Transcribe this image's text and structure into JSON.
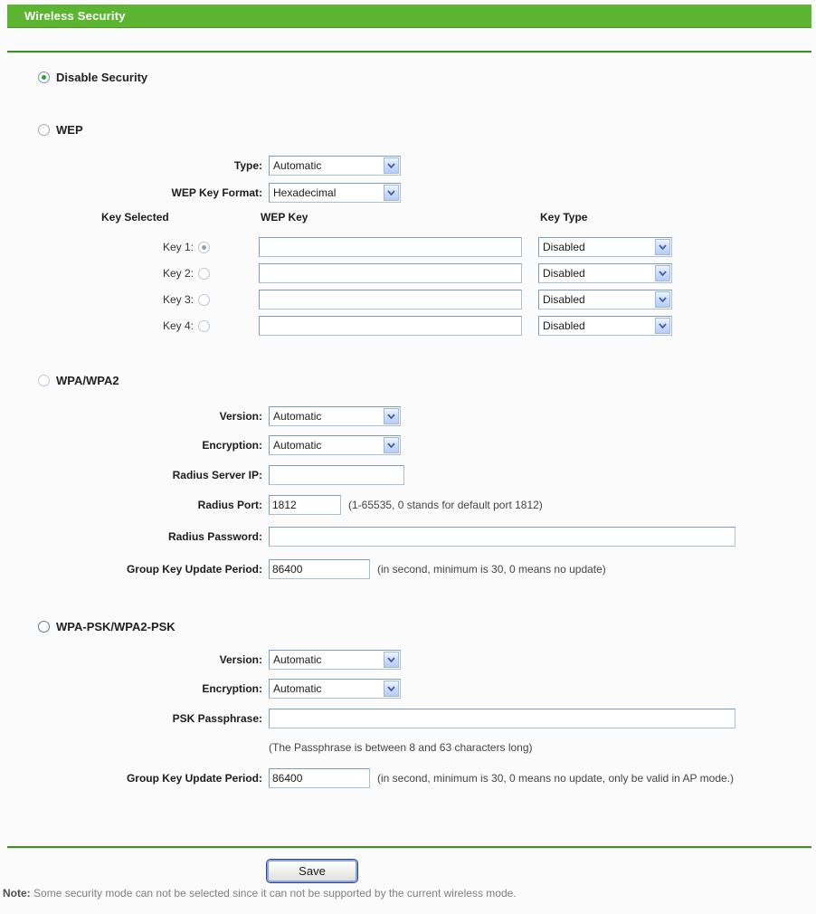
{
  "page": {
    "title": "Wireless Security",
    "save_label": "Save",
    "note_label": "Note:",
    "note_text": "Some security mode can not be selected since it can not be supported by the current wireless mode."
  },
  "colors": {
    "header_green": "#5cb531",
    "separator_green": "#3e8e28",
    "selected_radio_dot": "#2f9e2f",
    "background": "#fbfbfb"
  },
  "disable": {
    "label": "Disable Security",
    "selected": true
  },
  "wep": {
    "label": "WEP",
    "selected": false,
    "type_label": "Type:",
    "type_value": "Automatic",
    "format_label": "WEP Key Format:",
    "format_value": "Hexadecimal",
    "headers": {
      "key_selected": "Key Selected",
      "wep_key": "WEP Key",
      "key_type": "Key Type"
    },
    "rows": [
      {
        "label": "Key 1:",
        "selected": true,
        "wep_key": "",
        "key_type": "Disabled"
      },
      {
        "label": "Key 2:",
        "selected": false,
        "wep_key": "",
        "key_type": "Disabled"
      },
      {
        "label": "Key 3:",
        "selected": false,
        "wep_key": "",
        "key_type": "Disabled"
      },
      {
        "label": "Key 4:",
        "selected": false,
        "wep_key": "",
        "key_type": "Disabled"
      }
    ]
  },
  "wpa": {
    "label": "WPA/WPA2",
    "selected": false,
    "version_label": "Version:",
    "version_value": "Automatic",
    "encryption_label": "Encryption:",
    "encryption_value": "Automatic",
    "radius_ip_label": "Radius Server IP:",
    "radius_ip_value": "",
    "radius_port_label": "Radius Port:",
    "radius_port_value": "1812",
    "radius_port_hint": "(1-65535, 0 stands for default port 1812)",
    "radius_pwd_label": "Radius Password:",
    "radius_pwd_value": "",
    "gkup_label": "Group Key Update Period:",
    "gkup_value": "86400",
    "gkup_hint": "(in second, minimum is 30, 0 means no update)"
  },
  "psk": {
    "label": "WPA-PSK/WPA2-PSK",
    "selected": false,
    "version_label": "Version:",
    "version_value": "Automatic",
    "encryption_label": "Encryption:",
    "encryption_value": "Automatic",
    "pass_label": "PSK Passphrase:",
    "pass_value": "",
    "pass_hint": "(The Passphrase is between 8 and 63 characters long)",
    "gkup_label": "Group Key Update Period:",
    "gkup_value": "86400",
    "gkup_hint": "(in second, minimum is 30, 0 means no update, only be valid in AP mode.)"
  }
}
